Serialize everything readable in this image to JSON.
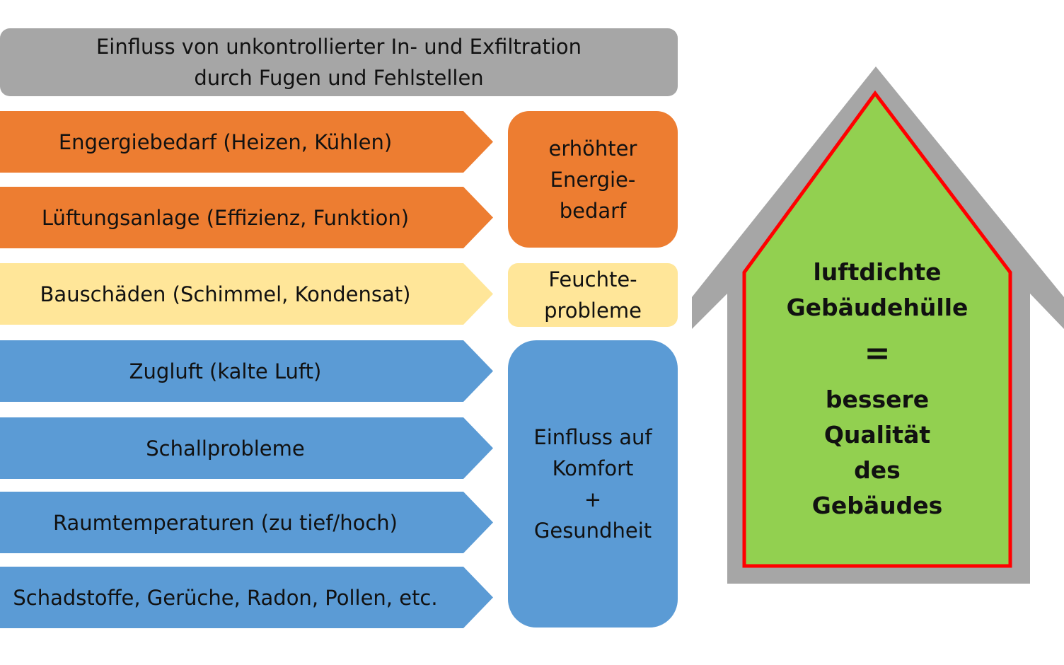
{
  "title": {
    "line1": "Einfluss von unkontrollierter In- und Exfiltration",
    "line2": "durch Fugen und Fehlstellen"
  },
  "arrows": [
    {
      "label": "Engergiebedarf (Heizen, Kühlen)",
      "color": "#ed7d31"
    },
    {
      "label": "Lüftungsanlage (Effizienz, Funktion)",
      "color": "#ed7d31"
    },
    {
      "label": "Bauschäden (Schimmel, Kondensat)",
      "color": "#ffe699"
    },
    {
      "label": "Zugluft (kalte Luft)",
      "color": "#5b9bd5"
    },
    {
      "label": "Schallprobleme",
      "color": "#5b9bd5"
    },
    {
      "label": "Raumtemperaturen (zu tief/hoch)",
      "color": "#5b9bd5"
    },
    {
      "label": "Schadstoffe, Gerüche, Radon, Pollen, etc.",
      "color": "#5b9bd5"
    }
  ],
  "groups": [
    {
      "lines": [
        "erhöhter",
        "Energie-",
        "bedarf"
      ],
      "color": "#ed7d31"
    },
    {
      "lines": [
        "Feuchte-",
        "probleme"
      ],
      "color": "#ffe699"
    },
    {
      "lines": [
        "Einfluss auf",
        "Komfort",
        "+",
        "Gesundheit"
      ],
      "color": "#5b9bd5"
    }
  ],
  "house": {
    "line1": "luftdichte",
    "line2": "Gebäudehülle",
    "equals": "=",
    "line3": "bessere",
    "line4": "Qualität",
    "line5": "des",
    "line6": "Gebäudes",
    "wall_color": "#a6a6a6",
    "fill_color": "#92d050",
    "border_color": "#ff0000"
  }
}
